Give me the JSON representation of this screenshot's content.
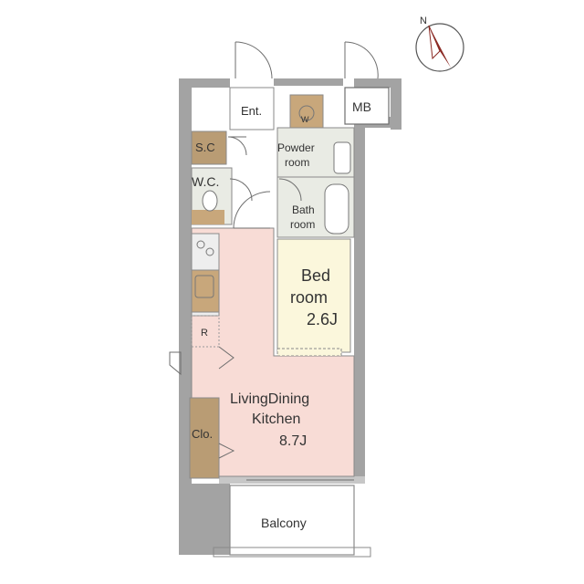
{
  "colors": {
    "wall": "#a3a3a3",
    "ldk_floor": "#f8dcd6",
    "bedroom_floor": "#fbf7dc",
    "wet_floor": "#e9ebe4",
    "storage_floor": "#b99c74",
    "balcony_floor": "#ffffff",
    "line": "#6e6e6e",
    "compass_accent": "#8b2a24"
  },
  "compass": {
    "north_label": "N",
    "icon": "compass-icon"
  },
  "rooms": {
    "entrance": "Ent.",
    "meter_box": "MB",
    "washer": "W",
    "shoe_closet": "S.C",
    "toilet": "W.C.",
    "powder_room": {
      "line1": "Powder",
      "line2": "room"
    },
    "bathroom": {
      "line1": "Bath",
      "line2": "room"
    },
    "bedroom": {
      "line1": "Bed",
      "line2": "room",
      "size": "2.6J"
    },
    "refrigerator": "R",
    "closet": "Clo.",
    "ldk": {
      "line1": "LivingDining",
      "line2": "Kitchen",
      "size": "8.7J"
    },
    "balcony": "Balcony"
  }
}
